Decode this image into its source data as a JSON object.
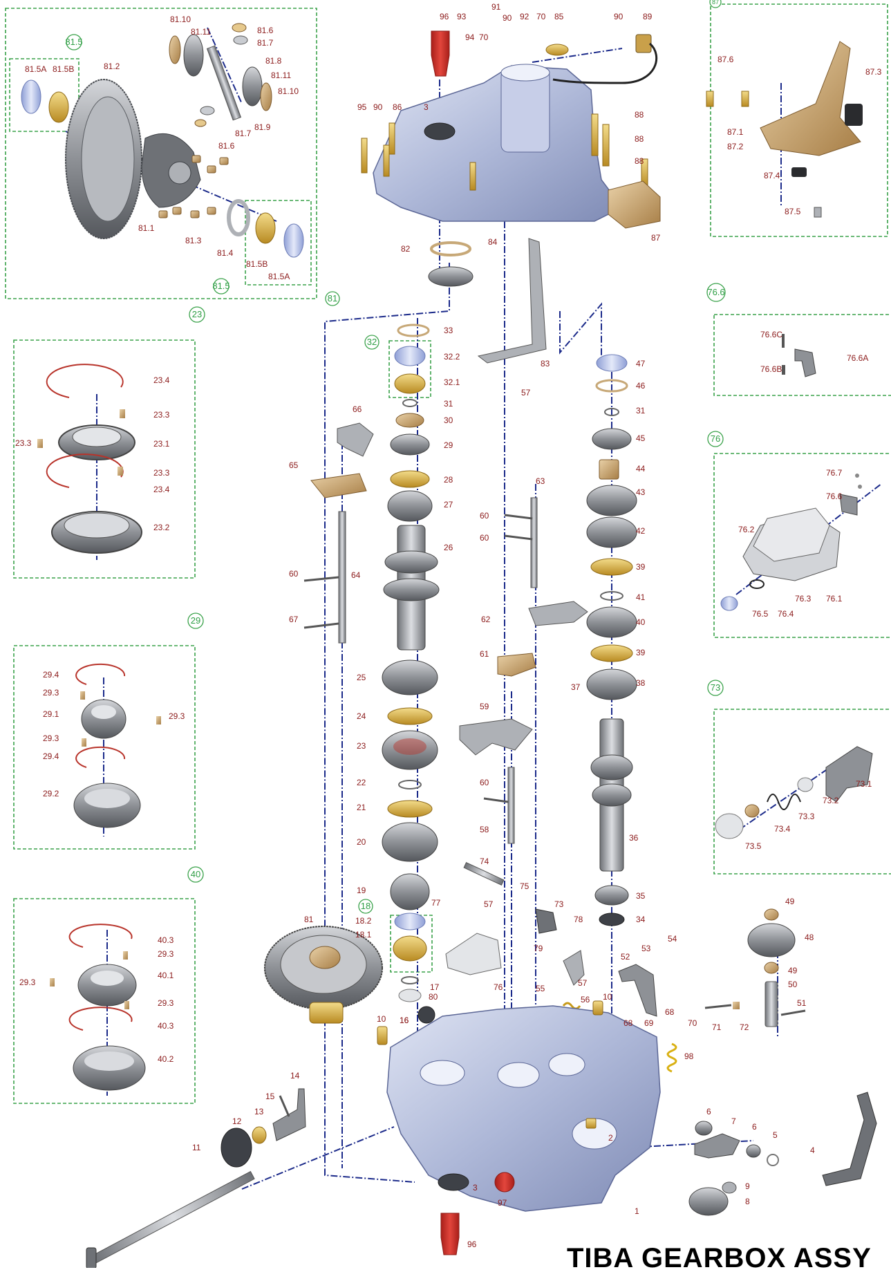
{
  "diagram_title": "TIBA GEARBOX ASSY",
  "callout_badges": [
    "81.5",
    "81.5",
    "81",
    "87",
    "23",
    "76.6",
    "76",
    "29",
    "73",
    "40",
    "32",
    "18"
  ],
  "part_numbers_top_left_box": [
    "81.10",
    "81.11",
    "81.6",
    "81.7",
    "81.8",
    "81.11",
    "81.10",
    "81.9",
    "81.7",
    "81.6",
    "81.2",
    "81.5A",
    "81.5B",
    "81.1",
    "81.3",
    "81.4",
    "81.5B",
    "81.5A"
  ],
  "part_numbers_top_center": [
    "96",
    "93",
    "91",
    "90",
    "92",
    "70",
    "85",
    "90",
    "89",
    "94",
    "70",
    "95",
    "90",
    "86",
    "3",
    "88",
    "88",
    "88",
    "82",
    "84",
    "87",
    "83",
    "57"
  ],
  "part_numbers_right_box_87": [
    "87.6",
    "87.3",
    "87.1",
    "87.2",
    "87.4",
    "87.5"
  ],
  "part_numbers_box_23": [
    "23.4",
    "23.3",
    "23.3",
    "23.1",
    "23.3",
    "23.4",
    "23.2"
  ],
  "part_numbers_box_76_6": [
    "76.6C",
    "76.6A",
    "76.6B"
  ],
  "part_numbers_box_76": [
    "76.7",
    "76.6",
    "76.2",
    "76.3",
    "76.1",
    "76.5",
    "76.4"
  ],
  "part_numbers_box_29": [
    "29.4",
    "29.3",
    "29.1",
    "29.3",
    "29.3",
    "29.4",
    "29.2"
  ],
  "part_numbers_box_73": [
    "73.1",
    "73.2",
    "73.3",
    "73.4",
    "73.5"
  ],
  "part_numbers_box_40": [
    "40.3",
    "29.3",
    "29.3",
    "40.1",
    "29.3",
    "40.3",
    "40.2"
  ],
  "part_numbers_input_shaft": [
    "33",
    "32.2",
    "32.1",
    "31",
    "30",
    "29",
    "28",
    "27",
    "26",
    "25",
    "24",
    "23",
    "22",
    "21",
    "20",
    "19",
    "18.2",
    "18.1",
    "17",
    "16"
  ],
  "part_numbers_output_shaft": [
    "47",
    "46",
    "31",
    "45",
    "44",
    "43",
    "42",
    "39",
    "41",
    "40",
    "39",
    "38",
    "37",
    "36",
    "35",
    "34"
  ],
  "part_numbers_shift": [
    "66",
    "65",
    "60",
    "64",
    "67",
    "63",
    "60",
    "60",
    "62",
    "61",
    "59",
    "60",
    "58",
    "74",
    "75",
    "73",
    "57",
    "77",
    "78",
    "79",
    "76",
    "57",
    "56",
    "55",
    "54",
    "53",
    "52",
    "49",
    "48",
    "49",
    "50",
    "51",
    "72",
    "71",
    "70",
    "69",
    "68",
    "68",
    "10",
    "10",
    "98"
  ],
  "part_numbers_bottom": [
    "81",
    "80",
    "16",
    "15",
    "14",
    "13",
    "12",
    "11",
    "2",
    "3",
    "97",
    "96",
    "1",
    "6",
    "7",
    "6",
    "5",
    "4",
    "9",
    "8"
  ],
  "colors": {
    "box_border": "#3aa24a",
    "center_line": "#1b2a8a",
    "part_number": "#8b1a1a",
    "housing": "#b9c2df",
    "gear": "#8e9196",
    "synchro": "#d9b24a",
    "spring": "#b8332a",
    "red_part": "#d3302a"
  }
}
